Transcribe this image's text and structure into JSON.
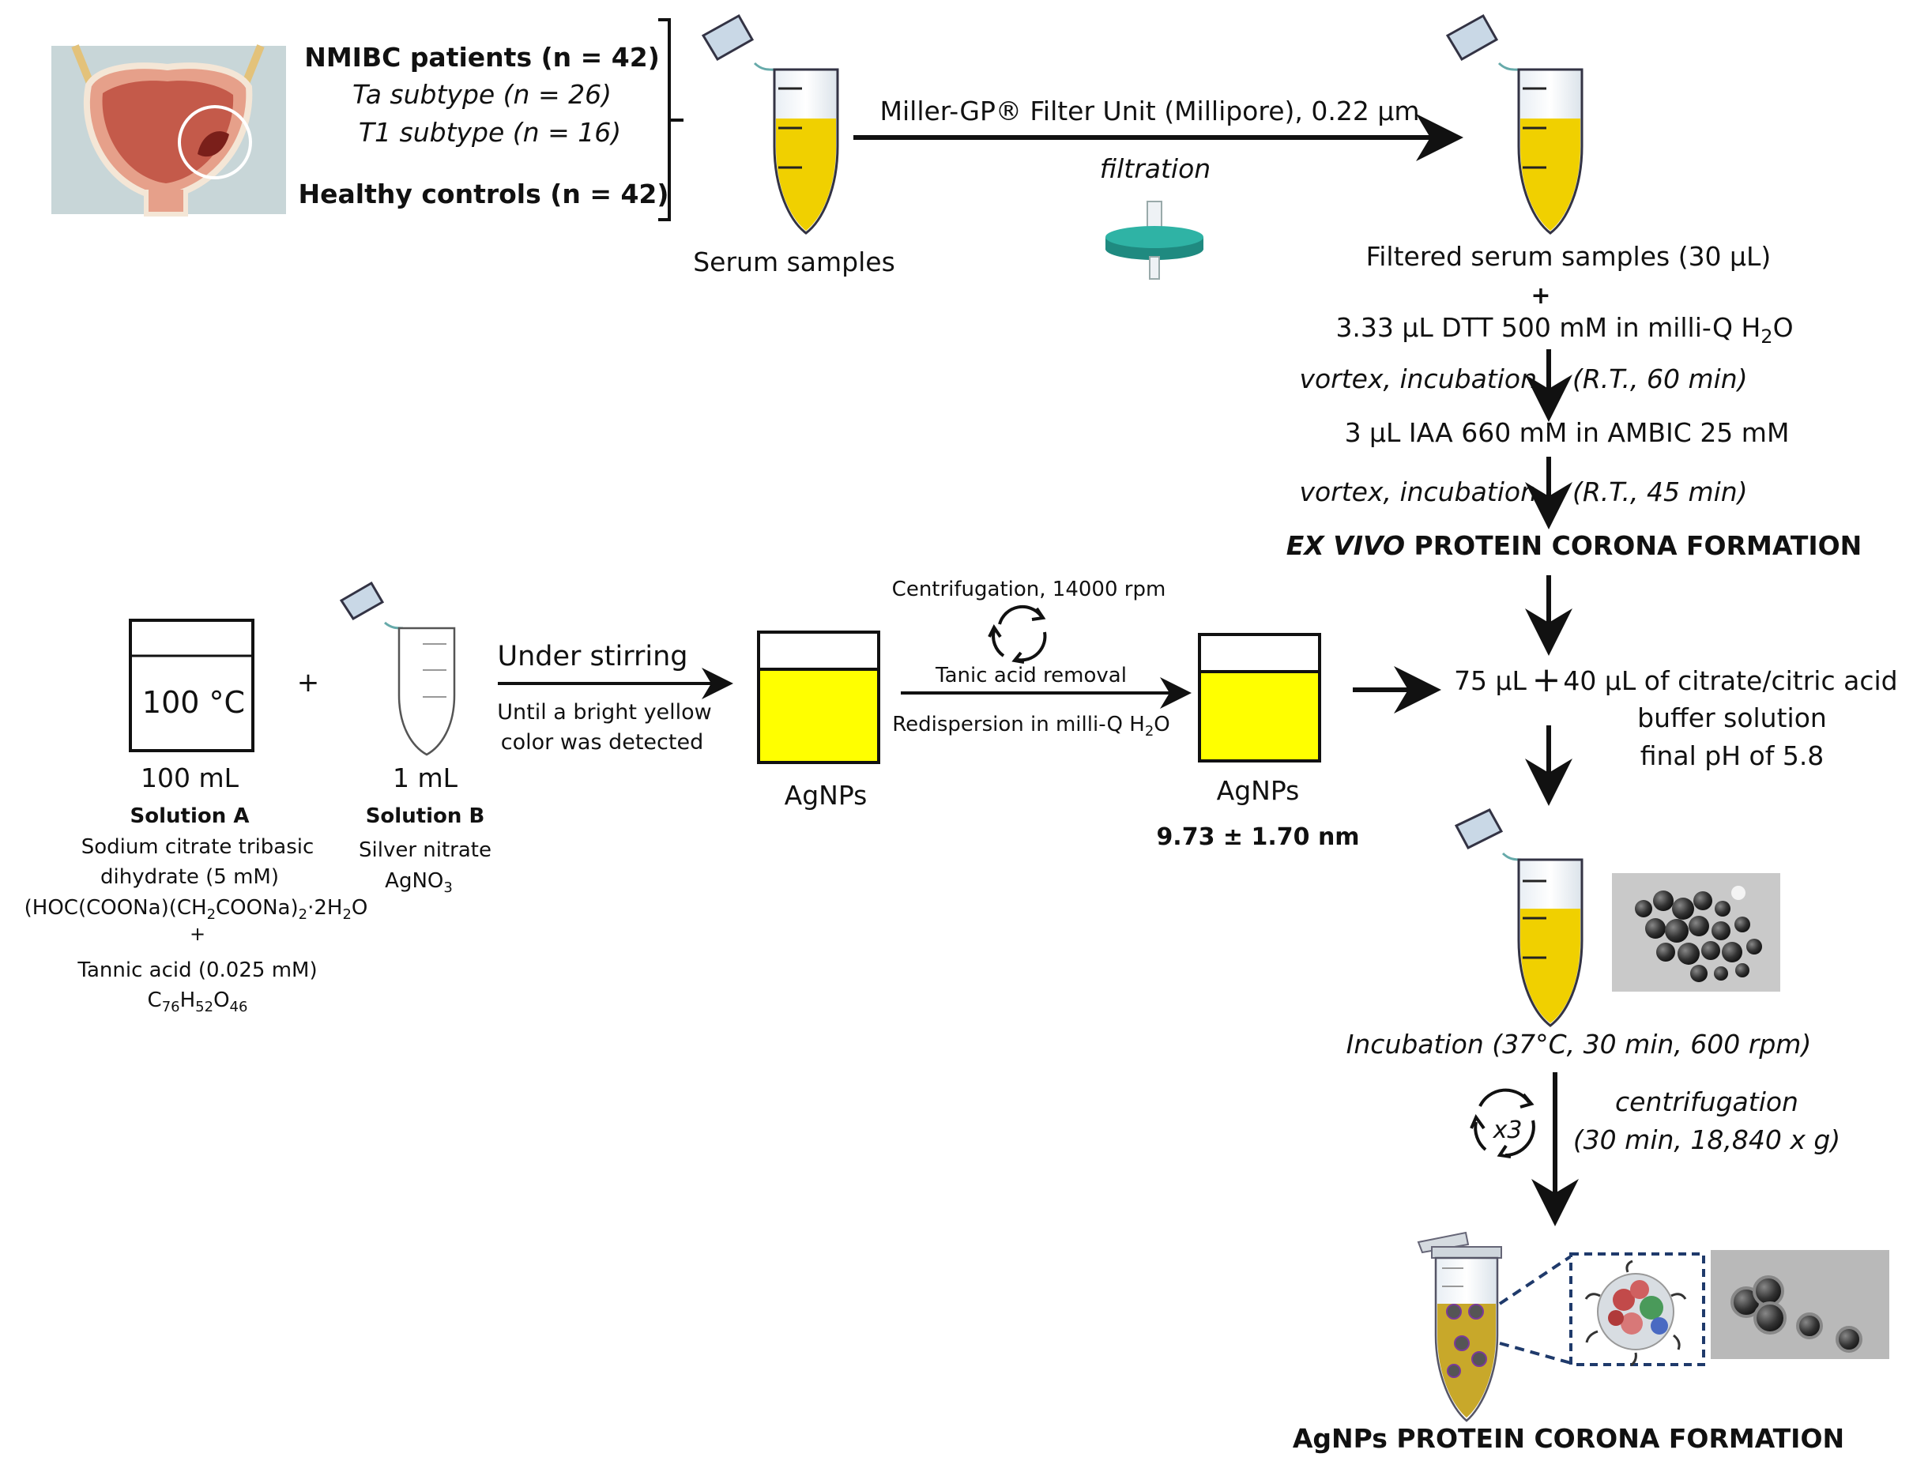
{
  "cohort": {
    "nmibc": "NMIBC patients (n = 42)",
    "ta": "Ta subtype  (n = 26)",
    "t1": "T1 subtype  (n = 16)",
    "controls": "Healthy controls (n = 42)"
  },
  "serum": {
    "label": "Serum  samples"
  },
  "filtration": {
    "unit": "Miller-GP® Filter Unit (Millipore), 0.22 μm",
    "step": "filtration"
  },
  "reduction": {
    "filtered": "Filtered serum samples (30 μL)",
    "plus": "+",
    "dtt_pre": "3.33 μL DTT 500 mM in milli-Q H",
    "dtt_sub": "2",
    "dtt_post": "O",
    "vortex1": "vortex, incubation",
    "cond1": "(R.T., 60 min)",
    "iaa": "3 μL IAA 660 mM  in AMBIC 25 mM",
    "vortex2": "vortex, incubation",
    "cond2": "(R.T., 45 min)",
    "ex_vivo_a": "EX VIVO",
    "ex_vivo_b": " PROTEIN CORONA FORMATION"
  },
  "synthesis": {
    "beaker_temp": "100 °C",
    "plus": "+",
    "vol_a": "100 mL",
    "sol_a": "Solution A",
    "sol_a_l1": "Sodium  citrate tribasic",
    "sol_a_l2": "dihydrate (5 mM)",
    "sol_a_l3_a": "(HOC(COONa)(CH",
    "sub_2": "2",
    "sol_a_l3_b": "COONa)",
    "sol_a_l3_c": "·2H",
    "sol_a_l3_d": "O",
    "sol_a_plus": "+",
    "tannic": "Tannic acid (0.025 mM)",
    "c76": "C",
    "sub_76": "76",
    "h52": "H",
    "sub_52": "52",
    "o46": "O",
    "sub_46": "46",
    "vol_b": "1 mL",
    "sol_b": "Solution B",
    "silver": "Silver nitrate",
    "agno_a": "AgNO",
    "sub_3": "3",
    "stirring": "Under stirring",
    "until1": "Until a bright yellow",
    "until2": "color was detected",
    "agnps1": "AgNPs",
    "centrif": "Centrifugation, 14000 rpm",
    "tanic": "Tanic acid removal",
    "redisp_a": "Redispersion in milli-Q H",
    "redisp_b": "O",
    "agnps2": "AgNPs",
    "size": "9.73 ± 1.70 nm"
  },
  "corona": {
    "mix_a": "75 μL",
    "mix_plus": "+",
    "mix_b": "40 μL of citrate/citric acid",
    "buffer": "buffer solution",
    "ph": "final pH of 5.8",
    "incubation": "Incubation (37°C, 30 min, 600 rpm)",
    "x3": "x3",
    "centrif_a": "centrifugation",
    "centrif_b": "(30 min, 18,840 x g)",
    "final": "AgNPs PROTEIN CORONA FORMATION"
  },
  "colors": {
    "serum": "#f0d000",
    "agnps": "#ffff00",
    "tube_cap": "#c9d8e6",
    "membrane": "#1f8a80",
    "dashed": "#1f3a6b"
  },
  "icons": [
    "bladder-illustration",
    "microtube-icon",
    "syringe-filter-icon",
    "beaker-icon",
    "recycle-icon",
    "tem-micrograph",
    "nanoparticle-icon"
  ]
}
